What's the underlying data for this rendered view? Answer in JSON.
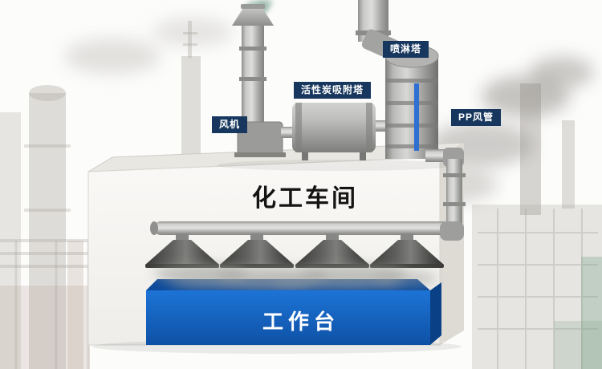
{
  "scene": {
    "building_title": "化工车间",
    "workbench_label": "工作台",
    "equipment_labels": {
      "fan": "风机",
      "carbon_tower": "活性炭吸附塔",
      "spray_tower": "喷淋塔",
      "pp_duct": "PP风管"
    },
    "colors": {
      "label_background": "#17375e",
      "label_text": "#ffffff",
      "workbench_blue": "#1565c8",
      "workbench_top_blue": "#0c4a9b",
      "building_white": "#f5f4f1",
      "title_text": "#141414",
      "equipment_gray": "#9a9a98",
      "hood_dark_gray": "#555553",
      "smoke_teal": "#679684"
    }
  }
}
